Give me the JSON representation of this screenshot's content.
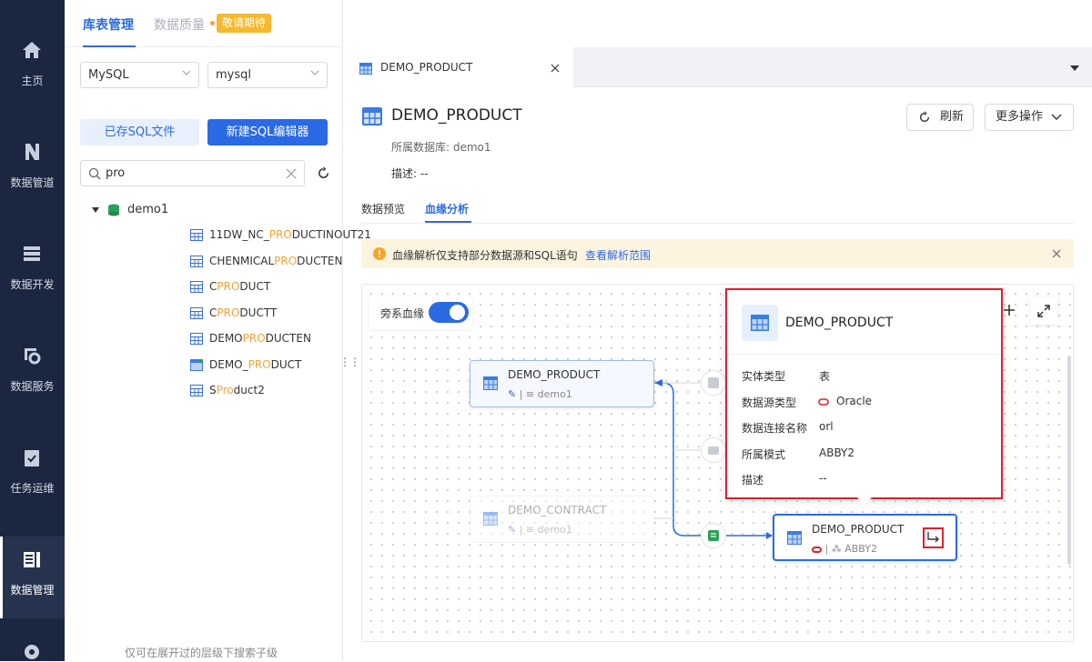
{
  "nav": {
    "items": [
      {
        "label": "主页",
        "icon": "home-icon"
      },
      {
        "label": "数据管道",
        "icon": "pipeline-icon"
      },
      {
        "label": "数据开发",
        "icon": "develop-icon"
      },
      {
        "label": "数据服务",
        "icon": "service-icon"
      },
      {
        "label": "任务运维",
        "icon": "task-icon"
      },
      {
        "label": "数据管理",
        "icon": "data-manage-icon"
      }
    ]
  },
  "left_panel": {
    "tab_active": "库表管理",
    "tab_inactive": "数据质量",
    "coming_soon_badge": "敬请期待",
    "db_type": "MySQL",
    "db_name": "mysql",
    "saved_sql_button": "已存SQL文件",
    "new_sql_button": "新建SQL编辑器",
    "search_value": "pro",
    "tree_root": "demo1",
    "tree_items": [
      {
        "pre": "11DW_NC_",
        "hl": "PRO",
        "post": "DUCTINOUT21"
      },
      {
        "pre": "CHENMICAL",
        "hl": "PRO",
        "post": "DUCTEN"
      },
      {
        "pre": "C",
        "hl": "PRO",
        "post": "DUCT"
      },
      {
        "pre": "C",
        "hl": "PRO",
        "post": "DUCTT"
      },
      {
        "pre": "DEMO",
        "hl": "PRO",
        "post": "DUCTEN"
      },
      {
        "pre": "DEMO_",
        "hl": "PRO",
        "post": "DUCT"
      },
      {
        "pre": "S",
        "hl": "Pro",
        "post": "duct2"
      }
    ],
    "footer_hint": "仅可在展开过的层级下搜索子级"
  },
  "main": {
    "tab_title": "DEMO_PRODUCT",
    "title": "DEMO_PRODUCT",
    "database": "所属数据库: demo1",
    "description": "描述: --",
    "refresh_button": "刷新",
    "more_actions_button": "更多操作",
    "subtabs": [
      "数据预览",
      "血缘分析"
    ],
    "notice_text": "血缘解析仅支持部分数据源和SQL语句",
    "notice_link": "查看解析范围",
    "side_lineage_label": "旁系血缘"
  },
  "lineage": {
    "node1": {
      "name": "DEMO_PRODUCT",
      "db": "demo1"
    },
    "node2": {
      "name": "DEMO_CONTRACT",
      "db": "demo1"
    },
    "node3": {
      "name": "DEMO_PRODUCT",
      "schema": "ABBY2"
    }
  },
  "popup": {
    "title": "DEMO_PRODUCT",
    "rows": [
      {
        "label": "实体类型",
        "value": "表"
      },
      {
        "label": "数据源类型",
        "value": "Oracle"
      },
      {
        "label": "数据连接名称",
        "value": "orl"
      },
      {
        "label": "所属模式",
        "value": "ABBY2"
      },
      {
        "label": "描述",
        "value": "--"
      }
    ]
  },
  "colors": {
    "primary": "#2c6ae3",
    "highlight": "#f0a33a",
    "nav_bg": "#1b2740",
    "alert": "#e0202a"
  }
}
